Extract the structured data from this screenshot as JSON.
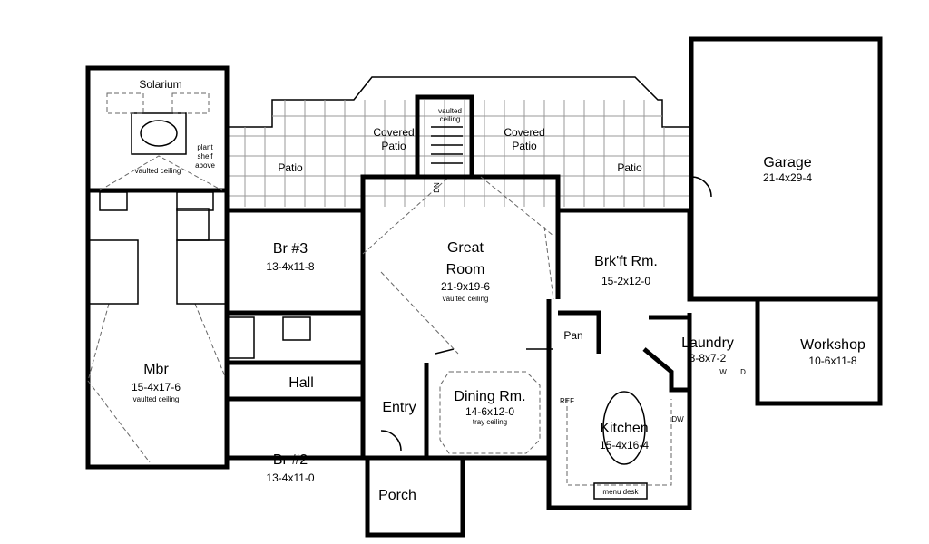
{
  "rooms": {
    "solarium": {
      "name": "Solarium",
      "note": "vaulted ceiling",
      "shelf": [
        "plant",
        "shelf",
        "above"
      ]
    },
    "covered_patio_left": {
      "name": [
        "Covered",
        "Patio"
      ]
    },
    "covered_patio_right": {
      "name": [
        "Covered",
        "Patio"
      ]
    },
    "stair": {
      "note": [
        "vaulted",
        "ceiling"
      ],
      "dn": "DN"
    },
    "patio_left": {
      "name": "Patio"
    },
    "patio_right": {
      "name": "Patio"
    },
    "garage": {
      "name": "Garage",
      "dims": "21-4x29-4"
    },
    "br3": {
      "name": "Br #3",
      "dims": "13-4x11-8"
    },
    "great_room": {
      "name": [
        "Great",
        "Room"
      ],
      "dims": "21-9x19-6",
      "note": "vaulted ceiling"
    },
    "brkft": {
      "name": "Brk'ft Rm.",
      "dims": "15-2x12-0"
    },
    "pantry": {
      "name": "Pan"
    },
    "laundry": {
      "name": "Laundry",
      "dims": "8-8x7-2",
      "washer": "W",
      "dryer": "D"
    },
    "workshop": {
      "name": "Workshop",
      "dims": "10-6x11-8"
    },
    "mbr": {
      "name": "Mbr",
      "dims": "15-4x17-6",
      "note": "vaulted ceiling"
    },
    "hall": {
      "name": "Hall"
    },
    "entry": {
      "name": "Entry"
    },
    "dining": {
      "name": "Dining Rm.",
      "dims": "14-6x12-0",
      "note": "tray ceiling"
    },
    "kitchen": {
      "name": "Kitchen",
      "dims": "15-4x16-4",
      "ref": "REF",
      "dw": "DW",
      "desk": "menu desk"
    },
    "br2": {
      "name": "Br #2",
      "dims": "13-4x11-0"
    },
    "porch": {
      "name": "Porch"
    }
  }
}
